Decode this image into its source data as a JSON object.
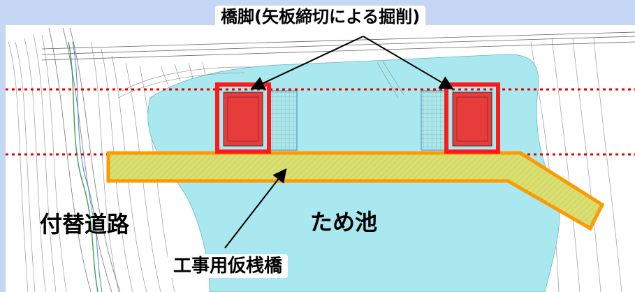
{
  "labels": {
    "pier": "橋脚(矢板締切による掘削)",
    "detour_road": "付替道路",
    "pond": "ため池",
    "temp_bridge": "工事用仮桟橋"
  },
  "colors": {
    "background": "#c5d7f5",
    "pond_water": "#a9e8ef",
    "pier_red": "#ff1a1a",
    "pier_fill": "#e63c3c",
    "bridge_fill": "#d9df6e",
    "bridge_border": "#ff9a00",
    "dotted_line": "#e00000",
    "drawing_lines": "#888888"
  }
}
